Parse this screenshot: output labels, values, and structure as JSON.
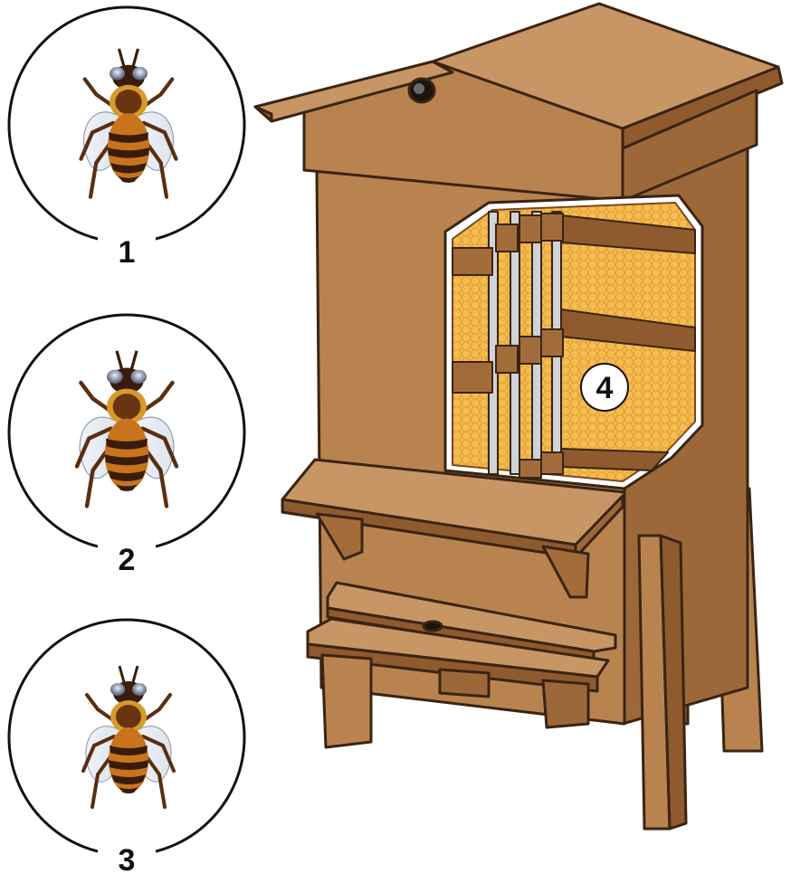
{
  "labels": {
    "bee_1": "1",
    "bee_2": "2",
    "bee_3": "3",
    "hive_interior": "4"
  },
  "colors": {
    "wood_face": "#b98350",
    "wood_dark": "#8e5a2e",
    "wood_light": "#c89565",
    "outline": "#3a2412",
    "honeycomb": "#f3b84a",
    "honeycomb_dark": "#e59a2a",
    "bee_amber": "#c8741d",
    "bee_dark": "#3a1c0b"
  }
}
